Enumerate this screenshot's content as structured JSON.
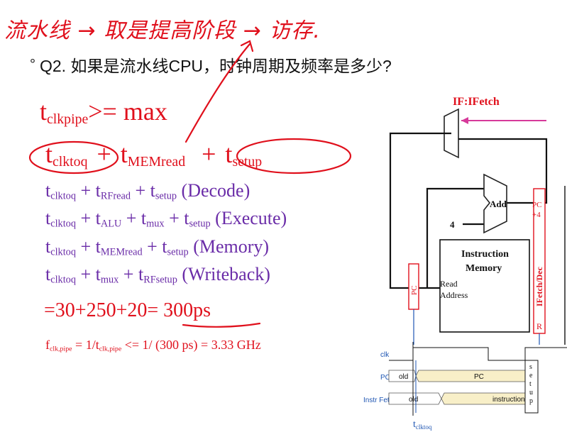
{
  "handwritten_top": "流水线 → 取是提高阶段 → 访存.",
  "question": {
    "bullet": "°",
    "text": "Q2. 如果是流水线CPU，时钟周期及频率是多少?"
  },
  "formulas": {
    "line1": {
      "t": "t",
      "sub": "clkpipe",
      "rest": ">= max"
    },
    "line2": {
      "t1": "t",
      "s1": "clktoq",
      "plus1": "+",
      "t2": "t",
      "s2": "MEMread",
      "plus2": "+",
      "t3": "t",
      "s3": "setup"
    },
    "decode": {
      "parts": [
        "t",
        "clktoq",
        " + t",
        "RFread",
        " + t",
        "setup",
        " (Decode)"
      ]
    },
    "execute": {
      "parts": [
        "t",
        "clktoq",
        " + t",
        "ALU",
        " + t",
        "mux",
        " + t",
        "setup",
        " (Execute)"
      ]
    },
    "memory": {
      "parts": [
        "t",
        "clktoq",
        " + t",
        "MEMread",
        " + t",
        "setup",
        " (Memory)"
      ]
    },
    "writeback": {
      "parts": [
        "t",
        "clktoq",
        " + t",
        "mux",
        " + t",
        "RFsetup",
        " (Writeback)"
      ]
    },
    "sum": "=30+250+20= 300ps",
    "freq": {
      "f": "f",
      "fsub": "clk,pipe",
      "mid": " = 1/t",
      "tsub": "clk,pipe",
      "rest": " <= 1/ (300 ps) = 3.33 GHz"
    }
  },
  "diagram": {
    "stage_title": "IF:IFetch",
    "add_label": "Add",
    "four_label": "4",
    "pc4_label": "PC\n+4",
    "imem_title": "Instruction\nMemory",
    "read_address": "Read\nAddress",
    "pc_reg": "PC",
    "pipe_reg": "IFetch/Dec",
    "r_label": "R",
    "colors": {
      "accent_red": "#e0101c",
      "pink_line": "#d63a9a",
      "purple": "#6a2ca8",
      "timing_fill": "#f8efc8",
      "timing_blue": "#1f56b3"
    }
  },
  "timing": {
    "clk_label": "clk",
    "pc_label": "PC",
    "fetch_label": "Instr Fetch",
    "old1": "old",
    "pc_val": "PC",
    "old2": "old",
    "instr_val": "instruction",
    "setup_label": "setup",
    "tclktoq": {
      "t": "t",
      "sub": "clktoq"
    }
  }
}
